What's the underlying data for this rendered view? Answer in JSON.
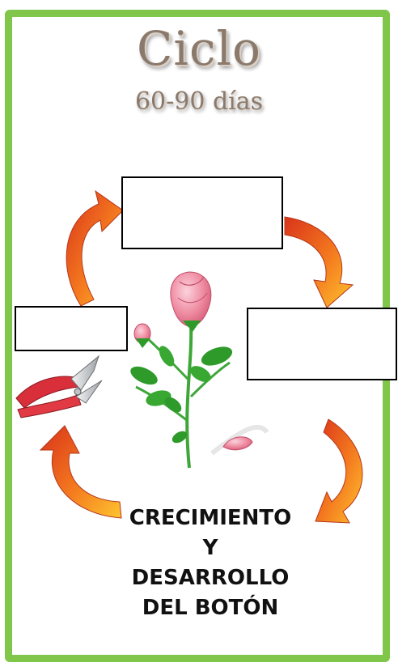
{
  "title": "Ciclo",
  "subtitle": "60-90 días",
  "boxes": {
    "top": "",
    "left": "",
    "right": ""
  },
  "stage_label": [
    "CRECIMIENTO",
    "Y",
    "DESARROLLO",
    "DEL BOTÓN"
  ],
  "colors": {
    "frame": "#7fc64a",
    "title": "#8b7a6c",
    "arrow_outer": "#e8561e",
    "arrow_inner": "#fbb62a",
    "petal": "#ec7d95",
    "leaf": "#2e9a2a",
    "stem": "#3fa63a"
  },
  "icons": [
    "curved-arrow-icon",
    "rose-icon",
    "pruning-shears-icon",
    "fallen-petal-icon"
  ]
}
